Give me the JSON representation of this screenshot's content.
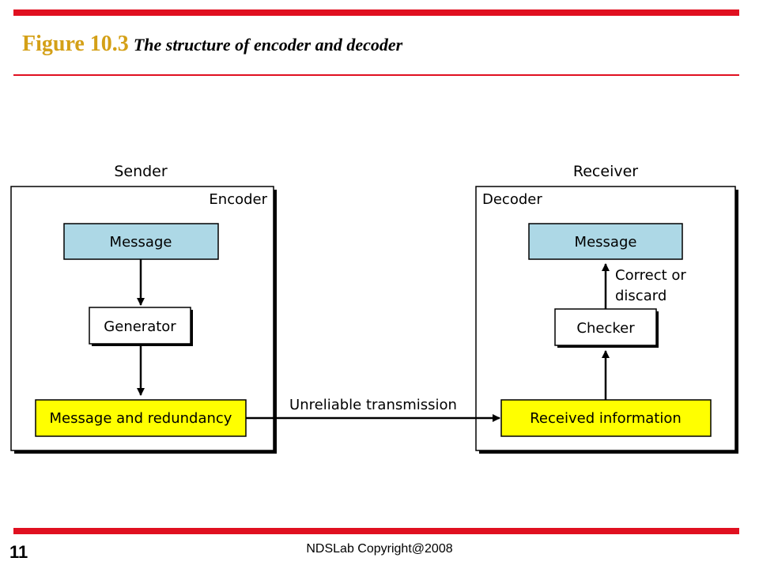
{
  "title": {
    "figure_number": "Figure 10.3",
    "caption": "The structure of encoder and decoder"
  },
  "diagram": {
    "sender_label": "Sender",
    "receiver_label": "Receiver",
    "encoder": {
      "label": "Encoder",
      "message": "Message",
      "generator": "Generator",
      "output": "Message and redundancy"
    },
    "decoder": {
      "label": "Decoder",
      "message": "Message",
      "checker": "Checker",
      "input": "Received information",
      "decision_line1": "Correct or",
      "decision_line2": "discard"
    },
    "channel_label": "Unreliable transmission"
  },
  "colors": {
    "accent_red": "#e01020",
    "title_gold": "#d4a017",
    "message_fill": "#add8e6",
    "yellow_fill": "#ffff00"
  },
  "footer": {
    "page_number": "11",
    "copyright": "NDSLab Copyright@2008"
  }
}
